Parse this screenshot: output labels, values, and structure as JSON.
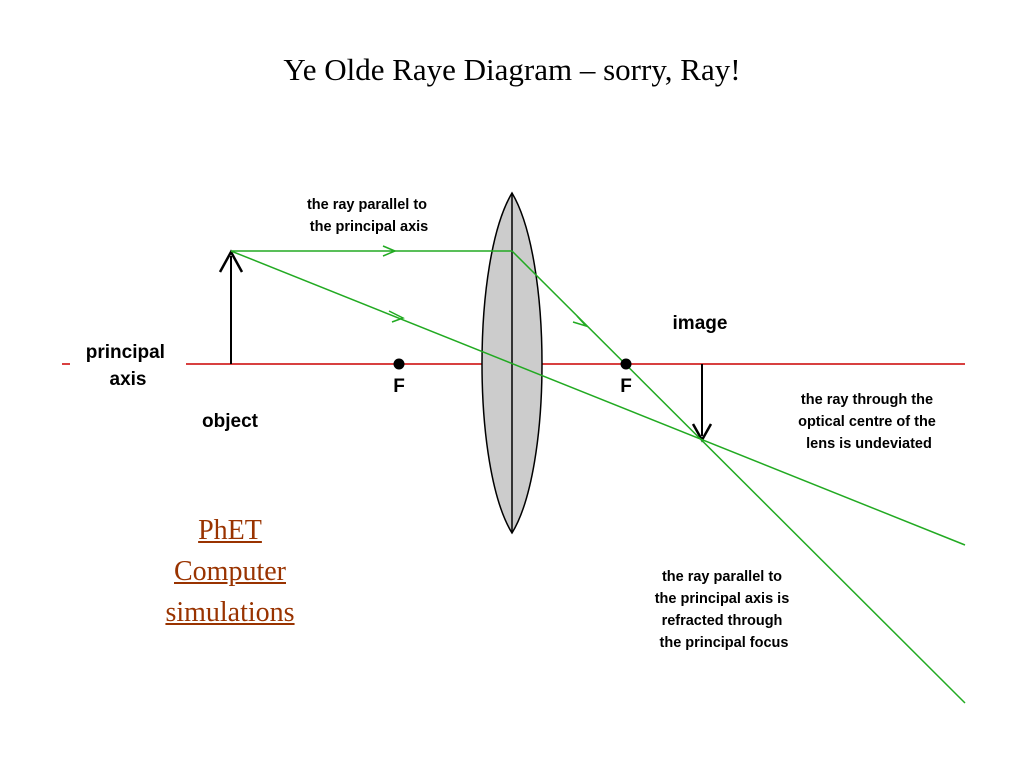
{
  "title": "Ye Olde Raye Diagram – sorry, Ray!",
  "colors": {
    "axis": "#cc0000",
    "ray": "#22aa22",
    "lens_fill": "#cccccc",
    "link": "#993300"
  },
  "labels": {
    "principal_axis": [
      "principal",
      "axis"
    ],
    "object": "object",
    "image": "image",
    "focus_left": "F",
    "focus_right": "F",
    "ray_parallel": [
      "the ray parallel to",
      "the principal axis"
    ],
    "ray_centre": [
      "the ray through the",
      "optical centre of the",
      "lens is undeviated"
    ],
    "ray_refracted": [
      "the ray parallel to",
      "the principal axis is",
      "refracted through",
      "the principal focus"
    ]
  },
  "link": {
    "lines": [
      "PhET",
      "Computer",
      "simulations"
    ]
  }
}
